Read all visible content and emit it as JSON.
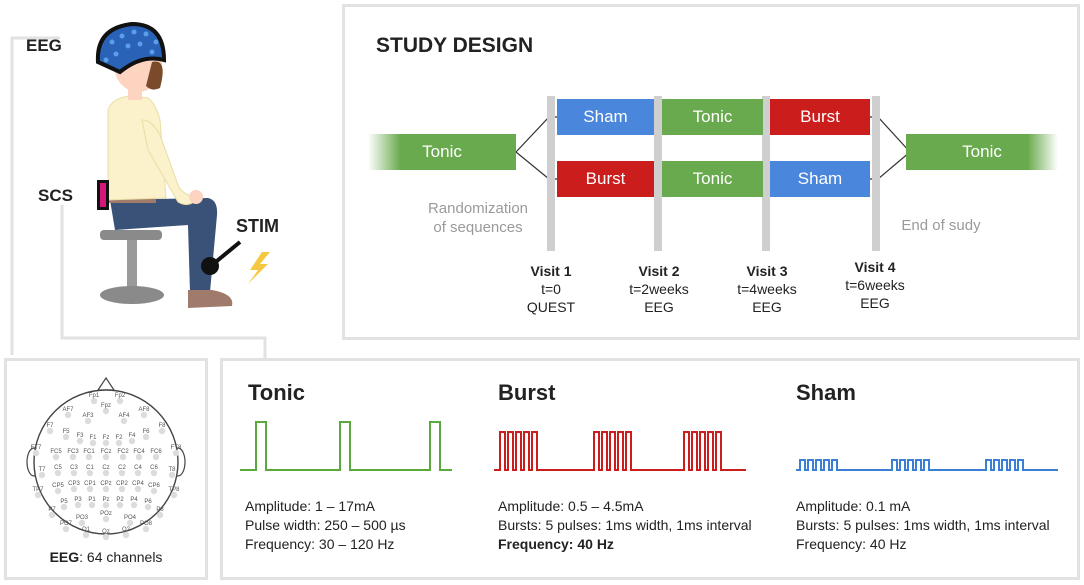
{
  "left": {
    "eeg_label": "EEG",
    "scs_label": "SCS",
    "stim_label": "STIM",
    "colors": {
      "cap": "#2a62b8",
      "shirt": "#fbf2cc",
      "pants": "#3a5178",
      "shoe": "#a07a6a",
      "device": "#d6177a",
      "bolt": "#f5c842"
    }
  },
  "study": {
    "title": "STUDY DESIGN",
    "tonic_left": "Tonic",
    "tonic_right": "Tonic",
    "row1": [
      "Sham",
      "Tonic",
      "Burst"
    ],
    "row2": [
      "Burst",
      "Tonic",
      "Sham"
    ],
    "randomization": [
      "Randomization",
      "of sequences"
    ],
    "end_label": "End of sudy",
    "visits": [
      {
        "title": "Visit 1",
        "time": "t=0",
        "measure": "QUEST"
      },
      {
        "title": "Visit 2",
        "time": "t=2weeks",
        "measure": "EEG"
      },
      {
        "title": "Visit 3",
        "time": "t=4weeks",
        "measure": "EEG"
      },
      {
        "title": "Visit 4",
        "time": "t=6weeks",
        "measure": "EEG"
      }
    ],
    "colors": {
      "tonic": "#6aaa4e",
      "burst": "#cc1d1d",
      "sham": "#4a86dc"
    }
  },
  "eeg": {
    "caption_bold": "EEG",
    "caption_rest": ": 64 channels",
    "electrodes": [
      "Fp1",
      "Fp2",
      "Fpz",
      "AF7",
      "AF3",
      "AF4",
      "AF8",
      "F7",
      "F5",
      "F3",
      "F1",
      "Fz",
      "F2",
      "F4",
      "F6",
      "F8",
      "FT7",
      "FC5",
      "FC3",
      "FC1",
      "FCz",
      "FC2",
      "FC4",
      "FC6",
      "FT8",
      "T7",
      "C5",
      "C3",
      "C1",
      "Cz",
      "C2",
      "C4",
      "C6",
      "T8",
      "TP7",
      "CP5",
      "CP3",
      "CP1",
      "CPz",
      "CP2",
      "CP4",
      "CP6",
      "TP8",
      "P7",
      "P5",
      "P3",
      "P1",
      "Pz",
      "P2",
      "P4",
      "P6",
      "P8",
      "PO7",
      "PO3",
      "POz",
      "PO4",
      "PO8",
      "O1",
      "Oz",
      "O2"
    ]
  },
  "waveforms": [
    {
      "name": "Tonic",
      "color": "#5aa83e",
      "params": [
        {
          "key": "Amplitude:",
          "value": " 1 – 17mA"
        },
        {
          "key": "Pulse width:",
          "value": " 250 – 500 µs"
        },
        {
          "key": "Frequency:",
          "value": " 30 – 120 Hz"
        }
      ]
    },
    {
      "name": "Burst",
      "color": "#cc1d1d",
      "params": [
        {
          "key": "Amplitude:",
          "value": " 0.5 – 4.5mA"
        },
        {
          "key": "Bursts:",
          "value": " 5 pulses: 1ms width, 1ms interval"
        },
        {
          "key": "Frequency:",
          "value": " 40 Hz"
        }
      ]
    },
    {
      "name": "Sham",
      "color": "#3a7fd4",
      "params": [
        {
          "key": "Amplitude:",
          "value": " 0.1 mA"
        },
        {
          "key": "Bursts:",
          "value": " 5 pulses: 1ms width, 1ms interval"
        },
        {
          "key": "Frequency:",
          "value": " 40 Hz"
        }
      ]
    }
  ]
}
